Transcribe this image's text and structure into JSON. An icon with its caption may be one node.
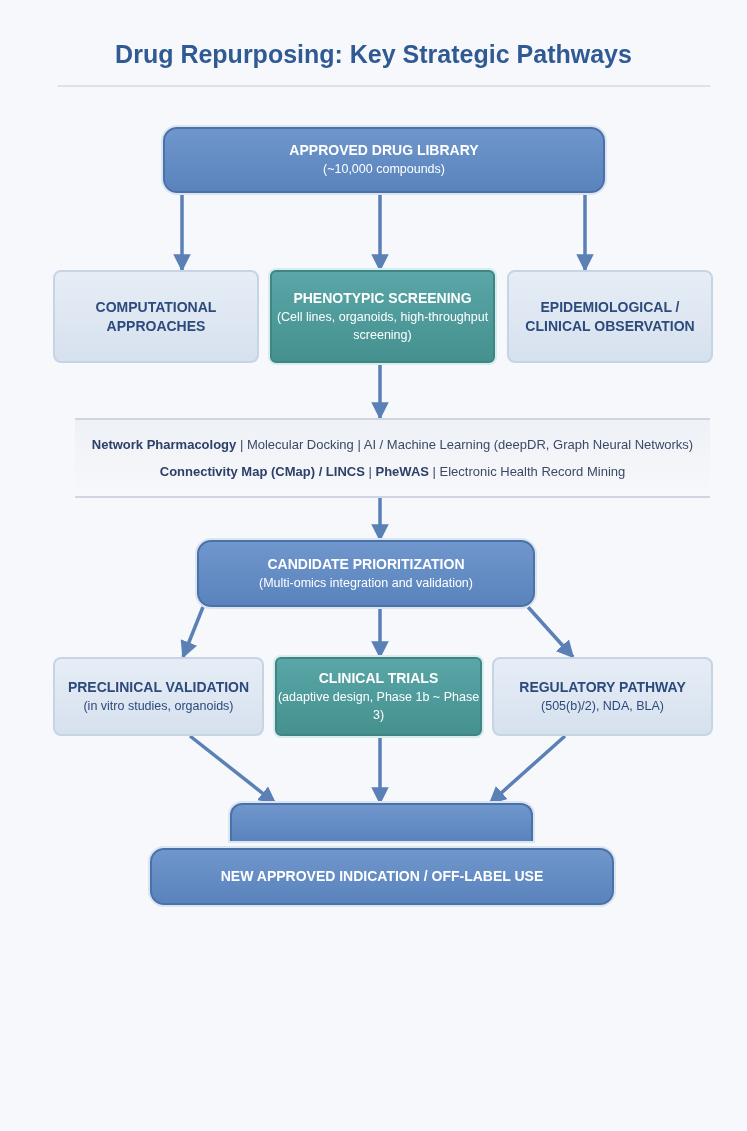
{
  "diagram": {
    "title": "Drug Repurposing: Key Strategic Pathways",
    "nodes": [
      {
        "text": [
          "APPROVED DRUG LIBRARY",
          "(~10,000 compounds)"
        ]
      },
      {
        "text": [
          "COMPUTATIONAL APPROACHES"
        ]
      },
      {
        "text": [
          "PHENOTYPIC SCREENING",
          "(Cell lines, organoids, high-throughput screening)"
        ]
      },
      {
        "text": [
          "EPIDEMIOLOGICAL / CLINICAL OBSERVATION"
        ]
      },
      {
        "text": [
          "**Network Pharmacology** | Molecular Docking | AI / Machine Learning (deepDR, Graph Neural Networks)",
          "**Connectivity Map (CMap) / LINCS** | **PheWAS** | Electronic Health Record Mining"
        ]
      },
      {
        "text": [
          "CANDIDATE PRIORITIZATION",
          "(Multi-omics integration and validation)"
        ]
      },
      {
        "text": [
          "PRECLINICAL VALIDATION",
          "(in vitro studies, organoids)"
        ]
      },
      {
        "text": [
          "CLINICAL TRIALS",
          "(adaptive design, Phase 1b ~ Phase 3)"
        ]
      },
      {
        "text": [
          "REGULATORY PATHWAY",
          "(505(b)/2), NDA, BLA)"
        ]
      },
      {
        "text": [],
        "shape": "box"
      },
      {
        "text": [
          "NEW APPROVED INDICATION / OFF-LABEL USE"
        ]
      }
    ],
    "edges": [
      {
        "from": 0,
        "to": 1,
        "arrow": "to"
      },
      {
        "from": 0,
        "to": 2,
        "arrow": "to"
      },
      {
        "from": 0,
        "to": 3,
        "arrow": "to"
      },
      {
        "from": 2,
        "to": 4,
        "arrow": "to"
      },
      {
        "from": 4,
        "to": 5,
        "arrow": "to"
      },
      {
        "from": 5,
        "to": 6,
        "arrow": "to"
      },
      {
        "from": 5,
        "to": 7,
        "arrow": "to"
      },
      {
        "from": 5,
        "to": 8,
        "arrow": "to"
      },
      {
        "from": 6,
        "to": 9,
        "arrow": "to"
      },
      {
        "from": 7,
        "to": 9,
        "arrow": "to"
      },
      {
        "from": 8,
        "to": 9,
        "arrow": "to"
      }
    ]
  }
}
